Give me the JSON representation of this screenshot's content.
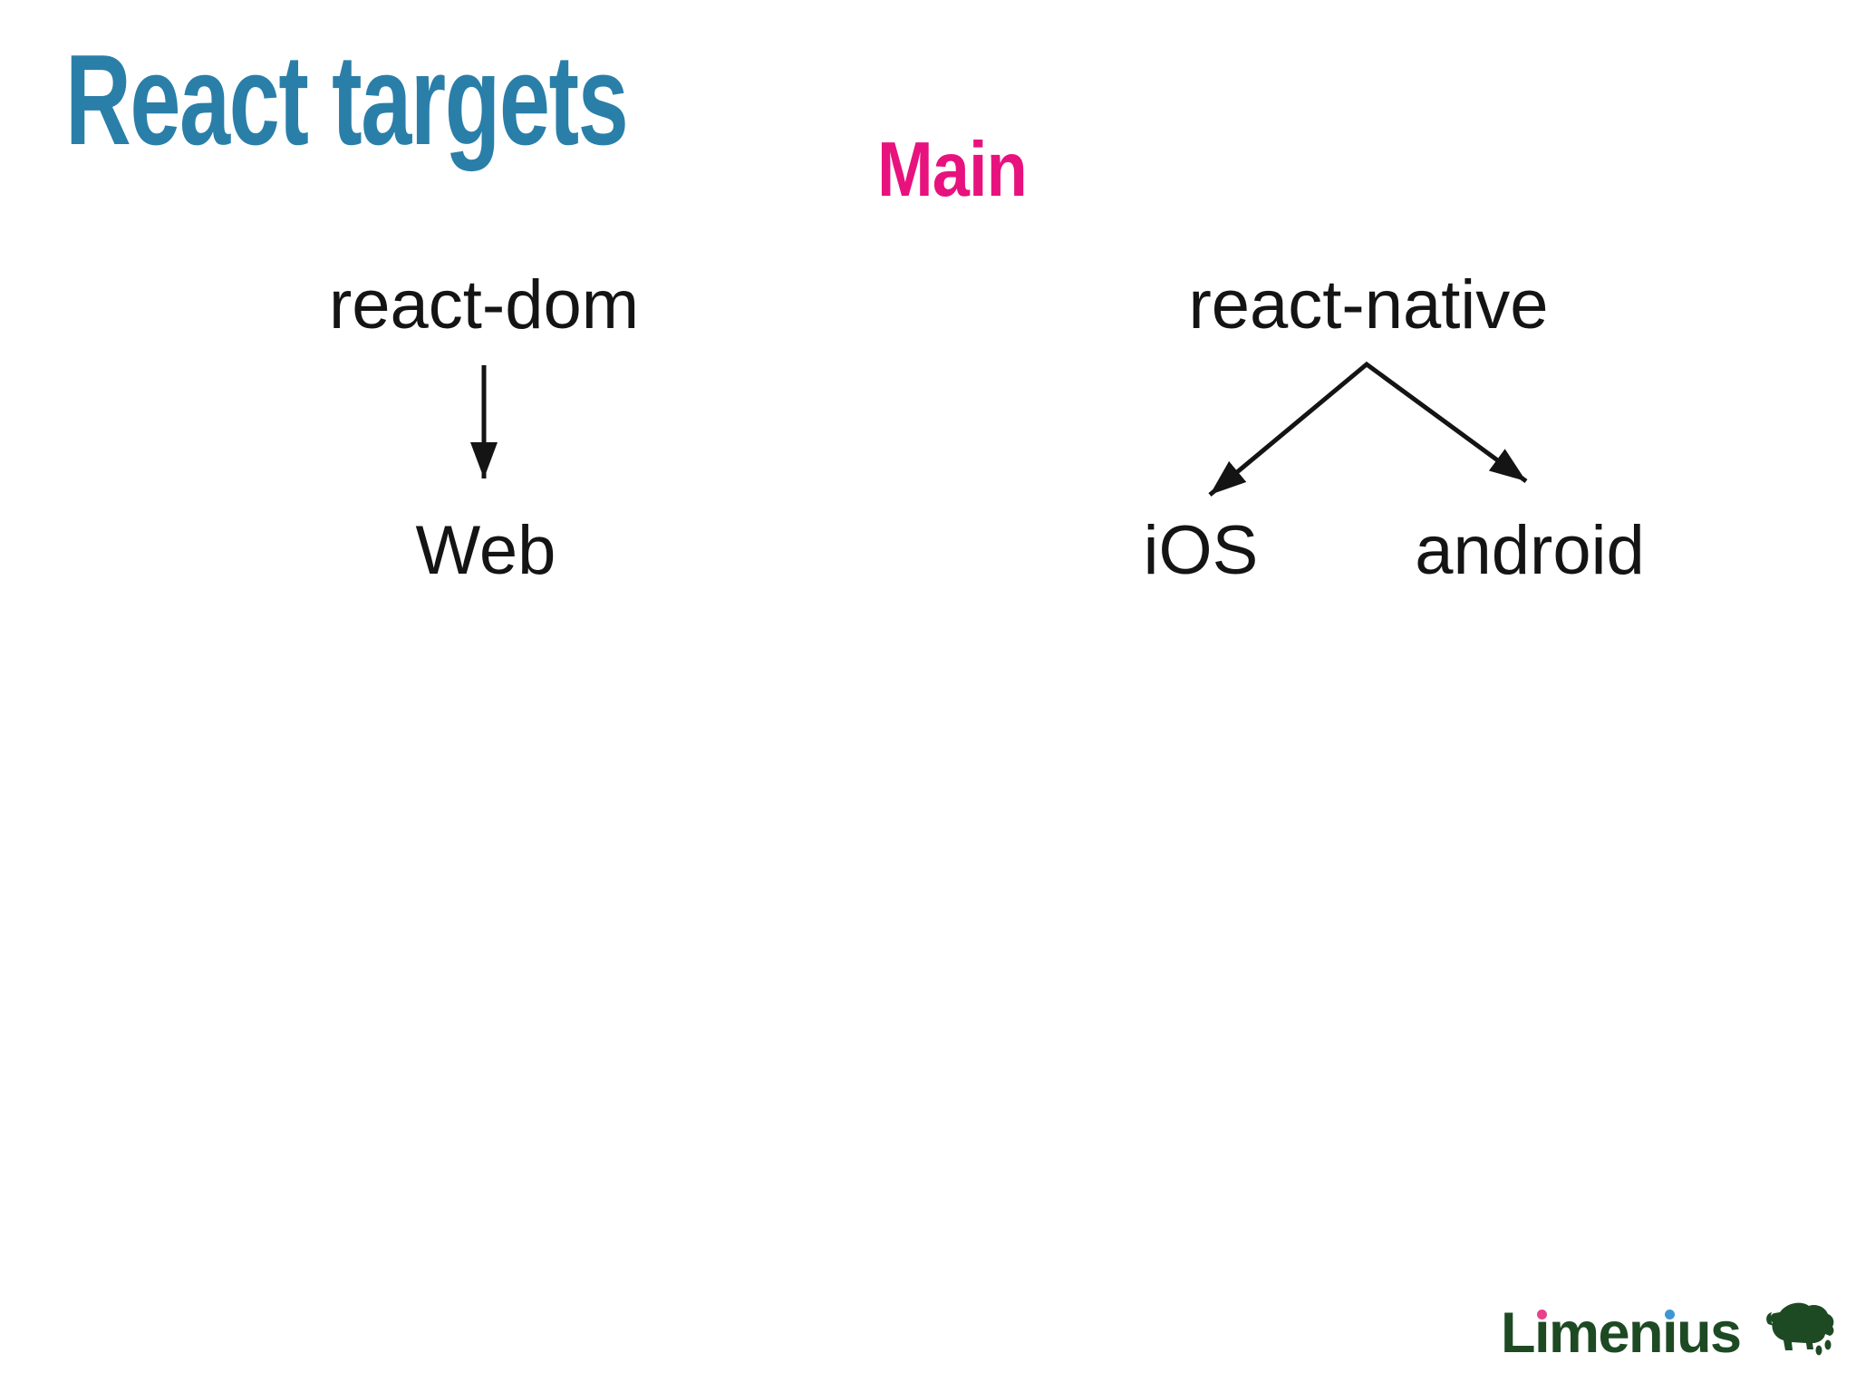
{
  "slide": {
    "title": "React targets",
    "section_label": "Main",
    "background_color": "#ffffff"
  },
  "colors": {
    "title": "#2a7fa9",
    "section_label": "#e8127e",
    "node_text": "#141414",
    "arrow": "#141414",
    "logo_green": "#1d4a23",
    "logo_dot_pink": "#e8418c",
    "logo_dot_blue": "#3e97d3"
  },
  "diagram": {
    "type": "tree",
    "nodes": [
      {
        "id": "react-dom",
        "label": "react-dom"
      },
      {
        "id": "web",
        "label": "Web"
      },
      {
        "id": "react-native",
        "label": "react-native"
      },
      {
        "id": "ios",
        "label": "iOS"
      },
      {
        "id": "android",
        "label": "android"
      }
    ],
    "edges": [
      {
        "from": "react-dom",
        "to": "Web"
      },
      {
        "from": "react-native",
        "to": "iOS"
      },
      {
        "from": "react-native",
        "to": "android"
      }
    ]
  },
  "logo": {
    "text": "Limenius",
    "segments": {
      "lead": "L",
      "i1": "ı",
      "mid": "men",
      "i2": "ı",
      "tail": "us"
    },
    "icon": "bison-icon"
  }
}
